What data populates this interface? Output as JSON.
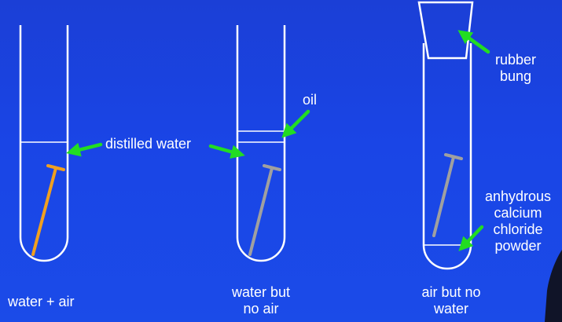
{
  "labels": {
    "distilled_water": "distilled water",
    "oil": "oil",
    "rubber_bung_line1": "rubber",
    "rubber_bung_line2": "bung",
    "drying_agent": [
      "anhydrous",
      "calcium",
      "chloride",
      "powder"
    ]
  },
  "captions": {
    "tube1": [
      "water + air"
    ],
    "tube2": [
      "water but",
      "no air"
    ],
    "tube3": [
      "air but no",
      "water"
    ]
  },
  "colors": {
    "background": "#1a45e6",
    "glass": "#ffffff",
    "arrow": "#22dd22",
    "rusty_nail": "#f0a020",
    "clean_nail": "#a0a0a0"
  }
}
